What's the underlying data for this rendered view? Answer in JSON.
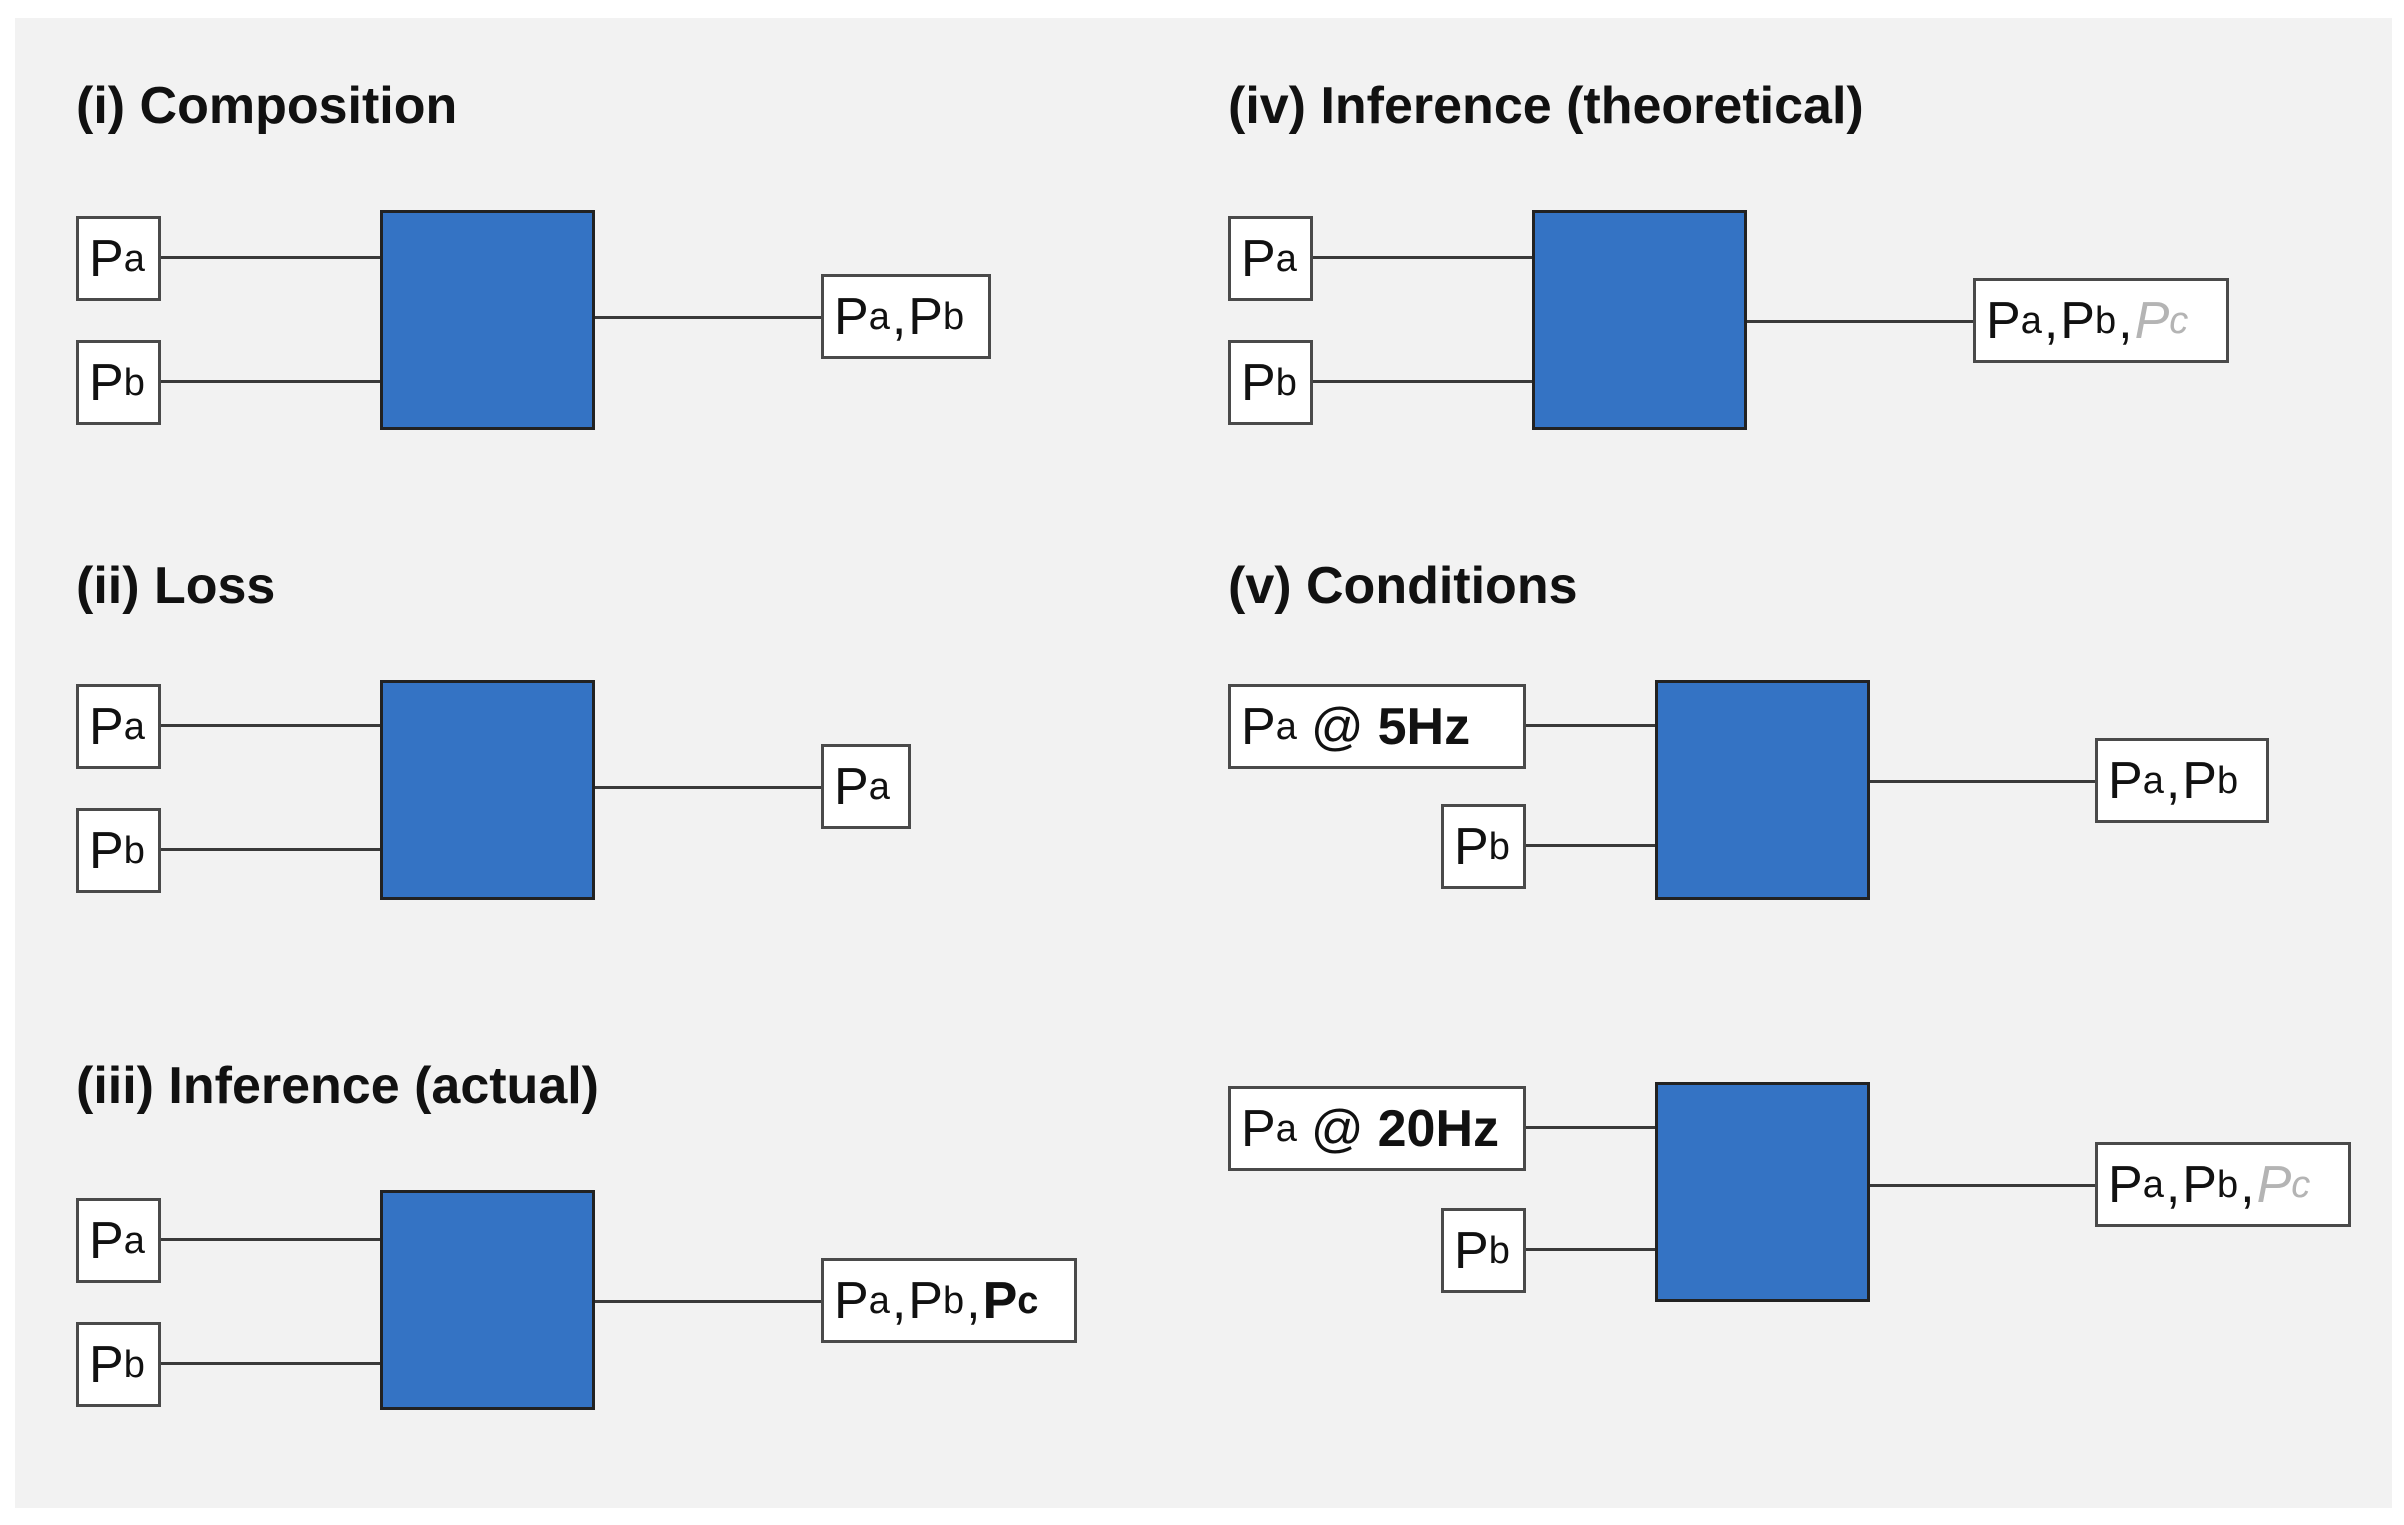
{
  "titles": {
    "t1": "(i) Composition",
    "t2": "(ii) Loss",
    "t3": "(iii) Inference (actual)",
    "t4": "(iv) Inference (theoretical)",
    "t5": "(v) Conditions"
  },
  "labels": {
    "P": "P",
    "a": "a",
    "b": "b",
    "c": "c",
    "comma": ",",
    "at": "@",
    "hz5": "5Hz",
    "hz20": "20Hz"
  },
  "colors": {
    "block": "#3473c4",
    "panel": "#f2f2f2",
    "faded": "#b4b4b4"
  }
}
